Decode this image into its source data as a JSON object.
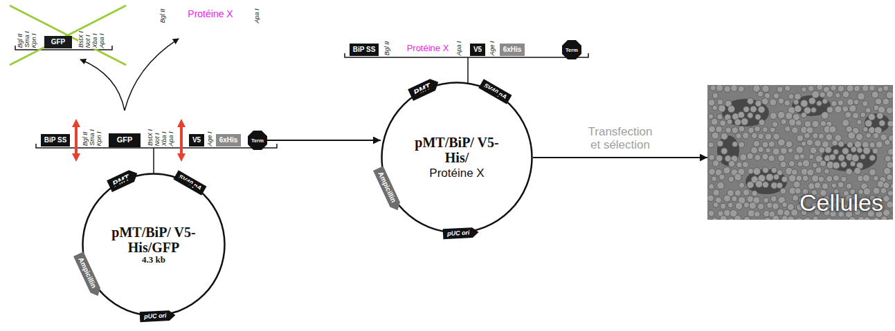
{
  "diagram": {
    "nodes": [
      {
        "text": [
          "GFP"
        ]
      },
      {
        "text": [
          "BiP SS"
        ]
      },
      {
        "text": [
          "GFP"
        ]
      },
      {
        "text": [
          "V5"
        ]
      },
      {
        "text": [
          "6xHis"
        ]
      },
      {
        "text": [
          "Term"
        ]
      },
      {
        "text": [
          "PMT"
        ]
      },
      {
        "text": [
          "SV40 pA"
        ]
      },
      {
        "text": [
          "pMT/BiP/ V5-His/GFP",
          "4.3 kb"
        ]
      },
      {
        "text": [
          "Ampicillin"
        ]
      },
      {
        "text": [
          "pUC ori"
        ]
      },
      {
        "text": [
          "BiP SS"
        ]
      },
      {
        "text": [
          "V5"
        ]
      },
      {
        "text": [
          "6xHis"
        ]
      },
      {
        "text": [
          "Term"
        ]
      },
      {
        "text": [
          "PMT"
        ]
      },
      {
        "text": [
          "SV40 pA"
        ]
      },
      {
        "text": [
          "pMT/BiP/ V5-His/",
          "Protéine X"
        ]
      },
      {
        "text": [
          "Ampicillin"
        ]
      },
      {
        "text": [
          "pUC ori"
        ]
      },
      {
        "text": [
          "Cellules"
        ]
      }
    ],
    "edges": [
      {
        "from": 5,
        "to": 17,
        "arrow": "to"
      },
      {
        "from": 17,
        "to": 20,
        "label": "Transfection et sélection",
        "arrow": "to"
      }
    ],
    "labels": [
      "Bgl II",
      "Sma I",
      "Kpn I",
      "BstX I",
      "Not I",
      "Xba I",
      "Apa I",
      "Bgl II",
      "Protéine X",
      "Apa I",
      "Bgl II",
      "Sma I",
      "Kpn I",
      "BstX I",
      "Not I",
      "Xba I",
      "Apa I",
      "Age I",
      "Bgl II",
      "Protéine X",
      "Apa I",
      "Age I"
    ]
  }
}
